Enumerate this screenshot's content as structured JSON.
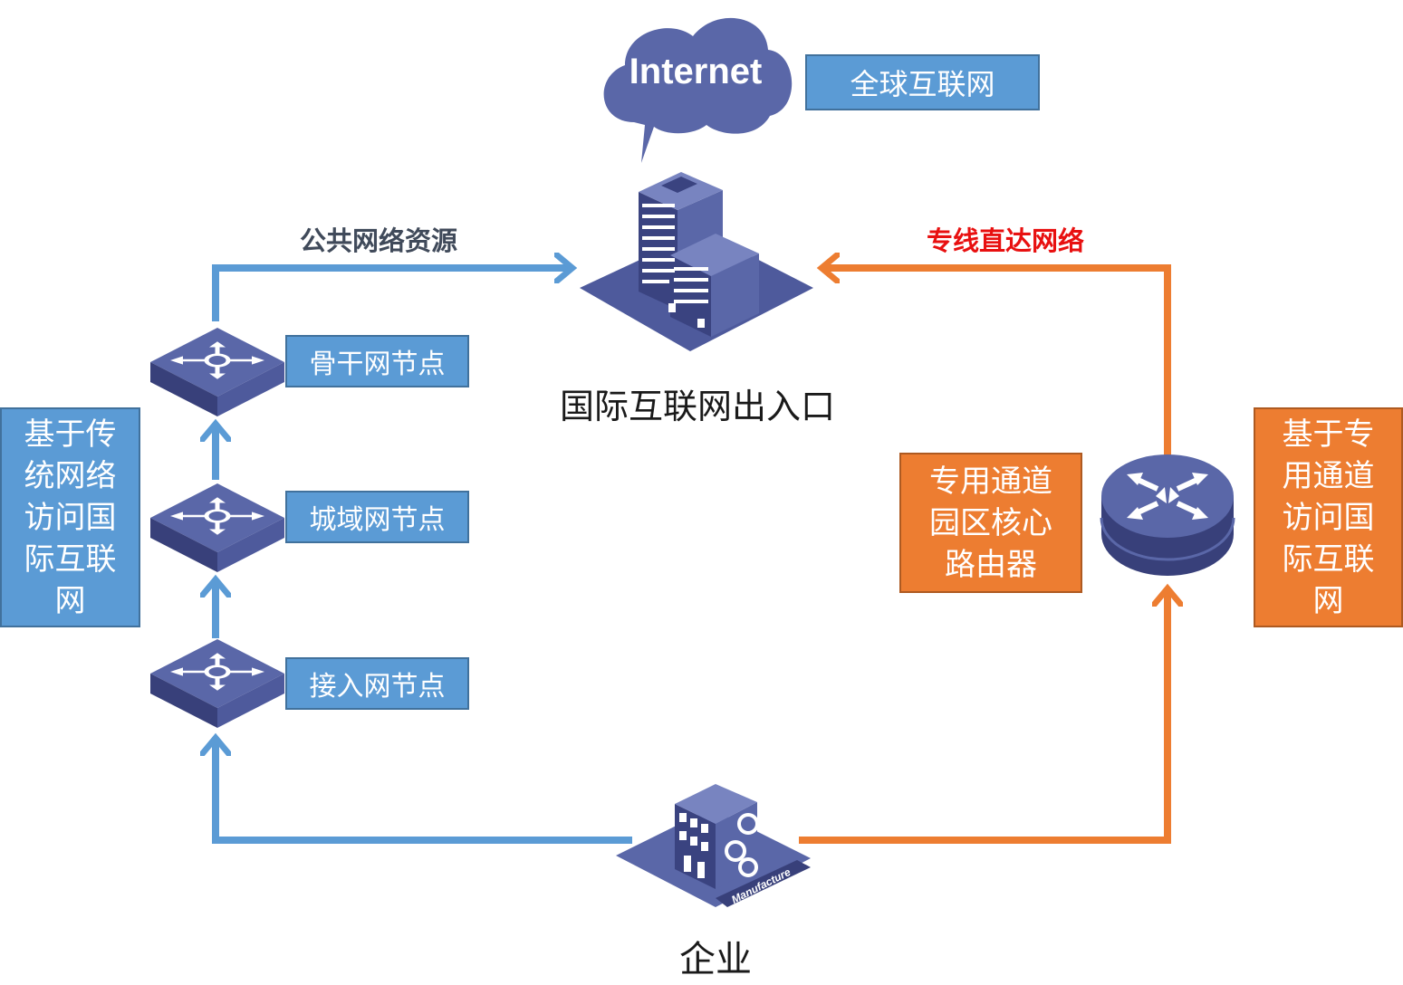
{
  "internet": {
    "cloud_text": "Internet",
    "label": "全球互联网"
  },
  "gateway": {
    "label": "国际互联网出入口"
  },
  "enterprise": {
    "label": "企业",
    "factory_text": "Manufacture"
  },
  "left_path": {
    "caption": "公共网络资源",
    "side_label": "基于传\n统网络\n访问国\n际互联\n网",
    "nodes": [
      {
        "label": "骨干网节点"
      },
      {
        "label": "城域网节点"
      },
      {
        "label": "接入网节点"
      }
    ]
  },
  "right_path": {
    "caption": "专线直达网络",
    "router_label": "专用通道\n园区核心\n路由器",
    "side_label": "基于专\n用通道\n访问国\n际互联\n网"
  },
  "colors": {
    "blue_line": "#5b9bd5",
    "orange_line": "#ed7d31",
    "device": "#4e5a9c",
    "device_dark": "#38407a",
    "caption_red": "#e81010",
    "caption_grey": "#404a5a"
  }
}
